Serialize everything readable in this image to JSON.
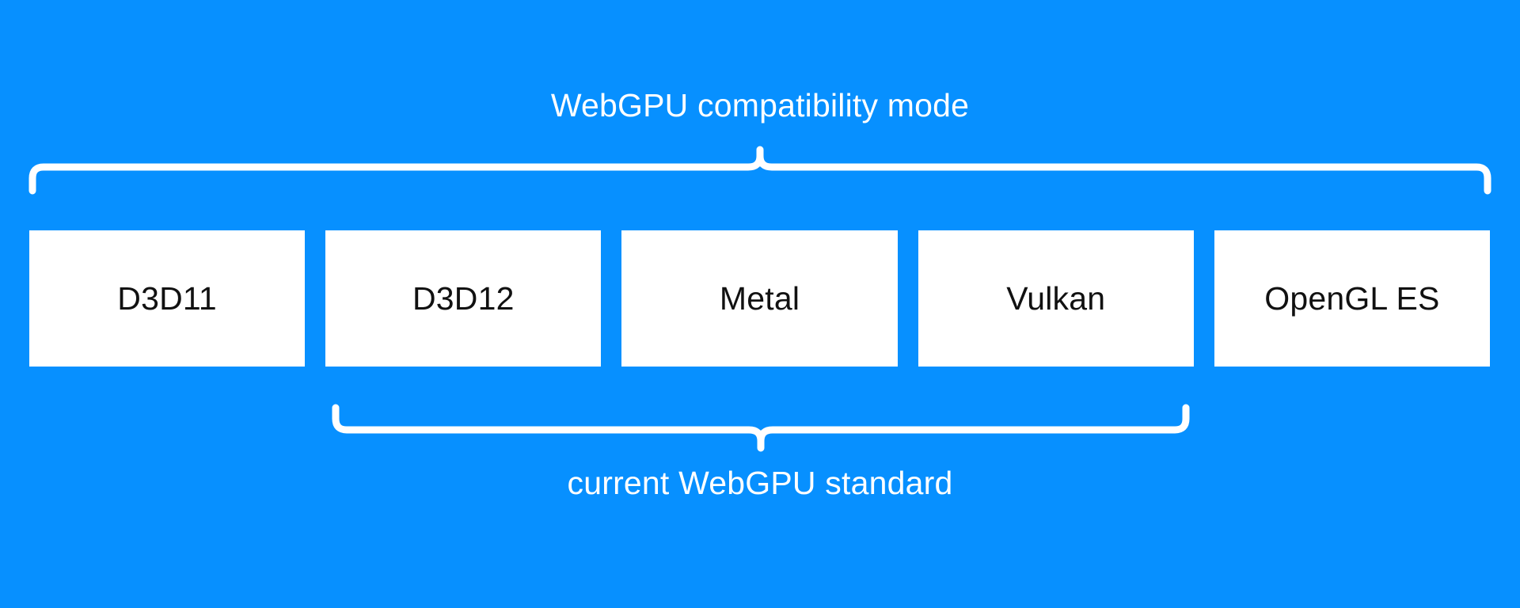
{
  "colors": {
    "background": "#0790ff",
    "box_fill": "#ffffff",
    "box_text": "#111111",
    "caption_text": "#ffffff",
    "brace_stroke": "#ffffff"
  },
  "top": {
    "caption": "WebGPU compatibility mode",
    "brace_name": "top-brace",
    "spans_boxes": [
      "D3D11",
      "D3D12",
      "Metal",
      "Vulkan",
      "OpenGL ES"
    ]
  },
  "bottom": {
    "caption": "current WebGPU standard",
    "brace_name": "bottom-brace",
    "spans_boxes": [
      "D3D12",
      "Metal",
      "Vulkan"
    ]
  },
  "boxes": [
    {
      "label": "D3D11"
    },
    {
      "label": "D3D12"
    },
    {
      "label": "Metal"
    },
    {
      "label": "Vulkan"
    },
    {
      "label": "OpenGL ES"
    }
  ]
}
